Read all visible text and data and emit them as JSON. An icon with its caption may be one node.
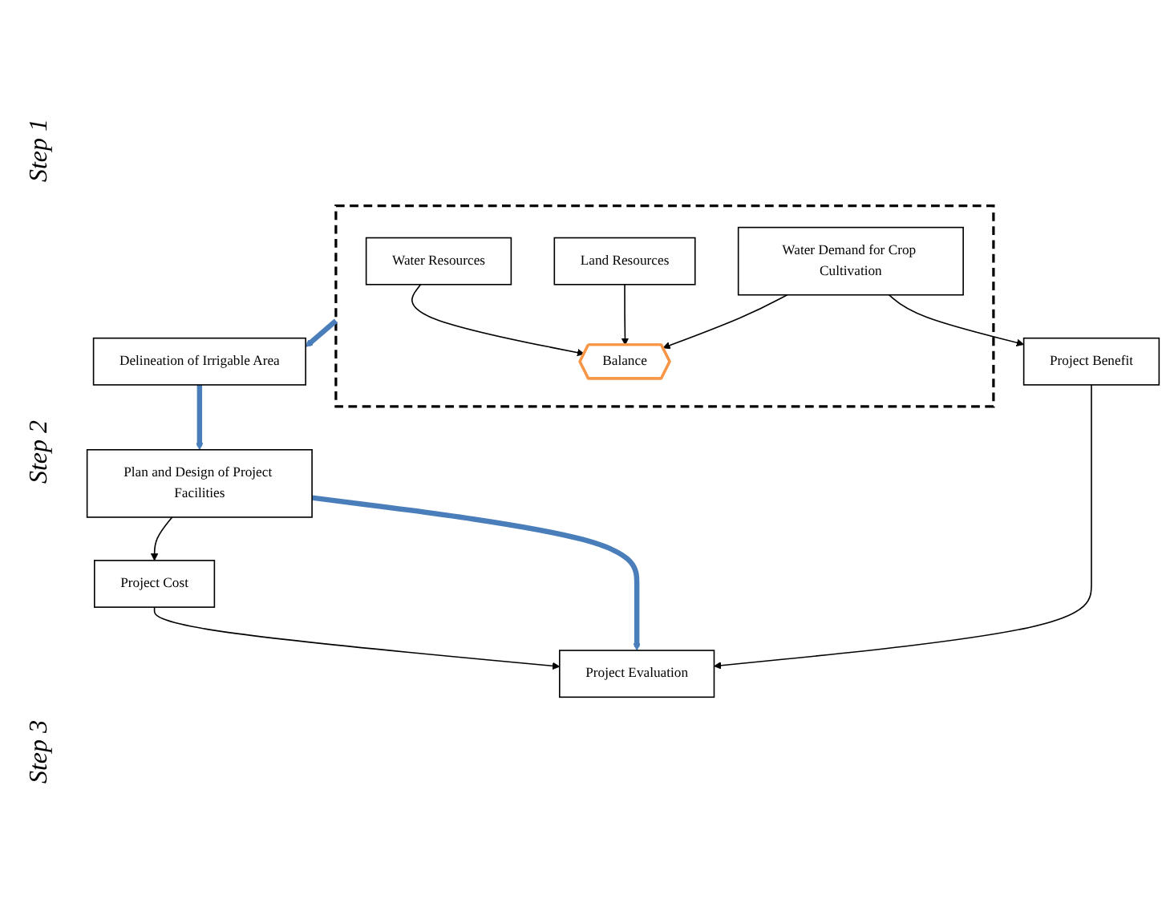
{
  "diagram": {
    "nodes": [
      {
        "text": [],
        "shape": "box"
      },
      {
        "text": [
          "Water Resources"
        ],
        "in": 0
      },
      {
        "text": [
          "Land Resources"
        ],
        "in": 0
      },
      {
        "text": [
          "Balance"
        ],
        "in": 0
      },
      {
        "text": [
          "Water Demand for Crop Cultivation"
        ],
        "in": 0
      },
      {
        "text": [
          "Delineation of Irrigable Area"
        ]
      },
      {
        "text": [
          "Plan and Design of Project Facilities"
        ]
      },
      {
        "text": [
          "Project Cost"
        ]
      },
      {
        "text": [
          "Project Evaluation"
        ]
      },
      {
        "text": [
          "Project Benefit"
        ]
      }
    ],
    "edges": [
      {
        "from": 1,
        "to": 3,
        "arrow": "to"
      },
      {
        "from": 2,
        "to": 3,
        "arrow": "to"
      },
      {
        "from": 4,
        "to": 3,
        "arrow": "to"
      },
      {
        "from": 0,
        "to": 5,
        "arrow": "to",
        "style": "thick",
        "color": "#4a7ebb"
      },
      {
        "from": 5,
        "to": 6,
        "arrow": "to",
        "style": "thick",
        "color": "#4a7ebb"
      },
      {
        "from": 6,
        "to": 7,
        "arrow": "to"
      },
      {
        "from": 6,
        "to": 8,
        "arrow": "to",
        "style": "thick",
        "color": "#4a7ebb"
      },
      {
        "from": 4,
        "to": 9,
        "arrow": "to"
      },
      {
        "from": 7,
        "to": 8,
        "arrow": "to"
      },
      {
        "from": 9,
        "to": 8,
        "arrow": "to"
      }
    ],
    "labels": [
      "Step 1",
      "Step 2",
      "Step 3"
    ]
  }
}
